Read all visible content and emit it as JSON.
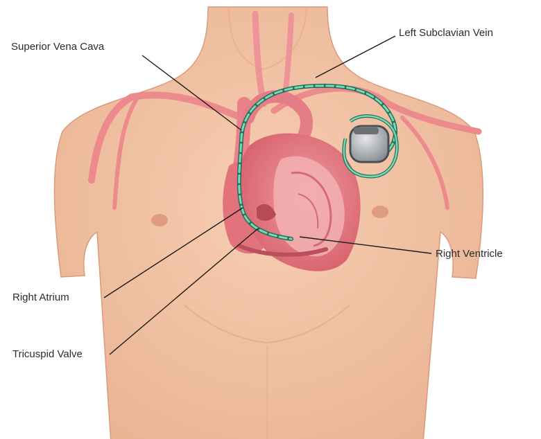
{
  "labels": {
    "superior_vena_cava": "Superior Vena Cava",
    "left_subclavian_vein": "Left Subclavian Vein",
    "right_ventricle": "Right Ventricle",
    "right_atrium": "Right Atrium",
    "tricuspid_valve": "Tricuspid Valve"
  },
  "colors": {
    "skin": "#f3c4a6",
    "skin_shadow": "#e2a887",
    "vessel": "#ec8a8d",
    "heart": "#e97e84",
    "heart_dark": "#c85560",
    "lead": "#5fcfa8",
    "device": "#8c8f93",
    "leader_line": "#1a1a1a"
  }
}
